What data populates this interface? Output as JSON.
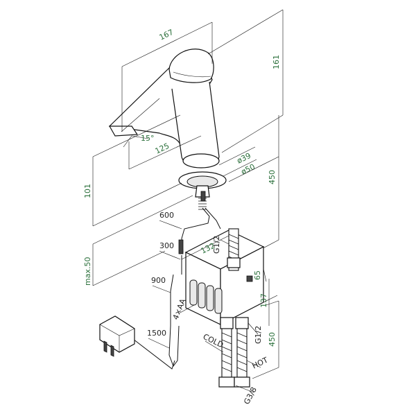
{
  "dimensions": {
    "spout_length": "167",
    "height_top": "161",
    "spout_angle": "15°",
    "reach": "125",
    "base_diameter_inner": "ø39",
    "base_diameter_outer": "ø50",
    "height_body": "101",
    "total_height": "450",
    "deck_thickness": "max.50",
    "cable_600": "600",
    "cable_300": "300",
    "cable_900": "900",
    "cable_1500": "1500",
    "box_width": "132",
    "box_depth": "65",
    "box_height": "137",
    "hose_length": "450",
    "thread_top": "G1/2",
    "thread_mid": "G1/2",
    "thread_bottom": "G3/8",
    "batteries": "4×AA",
    "cold": "COLD",
    "hot": "HOT"
  }
}
